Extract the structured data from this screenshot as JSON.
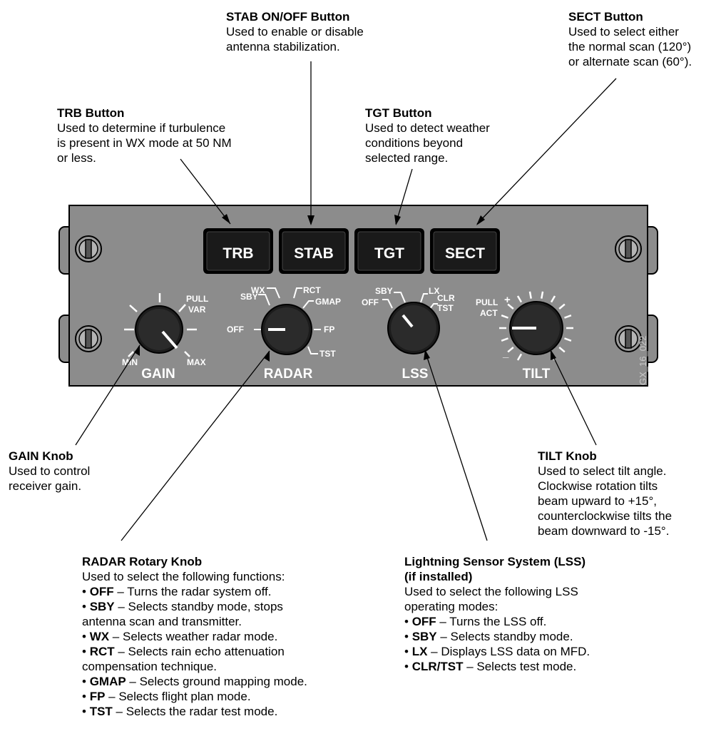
{
  "figure_id": "GX_16_022",
  "panel": {
    "buttons": [
      "TRB",
      "STAB",
      "TGT",
      "SECT"
    ],
    "knobs": {
      "gain": {
        "name": "GAIN",
        "min": "MIN",
        "max": "MAX",
        "pull": "PULL",
        "var": "VAR"
      },
      "radar": {
        "name": "RADAR",
        "off": "OFF",
        "sby": "SBY",
        "wx": "WX",
        "rct": "RCT",
        "gmap": "GMAP",
        "fp": "FP",
        "tst": "TST"
      },
      "lss": {
        "name": "LSS",
        "off": "OFF",
        "sby": "SBY",
        "lx": "LX",
        "clr": "CLR",
        "tst": "TST"
      },
      "tilt": {
        "name": "TILT",
        "pull": "PULL",
        "act": "ACT",
        "plus": "+",
        "minus": "_"
      }
    }
  },
  "callouts": {
    "stab": {
      "title": "STAB ON/OFF Button",
      "lines": [
        "Used to enable or disable",
        "antenna stabilization."
      ]
    },
    "sect": {
      "title": "SECT Button",
      "lines": [
        "Used to select either",
        "the normal scan (120°)",
        "or alternate scan (60°)."
      ]
    },
    "trb": {
      "title": "TRB Button",
      "lines": [
        "Used to determine if turbulence",
        "is present in WX mode at 50 NM",
        "or less."
      ]
    },
    "tgt": {
      "title": "TGT Button",
      "lines": [
        "Used to detect weather",
        "conditions beyond",
        "selected range."
      ]
    },
    "gain": {
      "title": "GAIN Knob",
      "lines": [
        "Used to control",
        "receiver gain."
      ]
    },
    "tilt": {
      "title": "TILT Knob",
      "lines": [
        "Used to select tilt angle.",
        "Clockwise rotation tilts",
        "beam upward to +15°,",
        "counterclockwise tilts the",
        "beam downward to -15°."
      ]
    },
    "radar": {
      "title": "RADAR Rotary Knob",
      "intro": "Used to select the following functions:",
      "items": [
        {
          "key": "OFF",
          "text": " – Turns the radar system off."
        },
        {
          "key": "SBY",
          "text": " – Selects standby mode, stops",
          "cont": "antenna scan and transmitter."
        },
        {
          "key": "WX",
          "text": " – Selects weather radar mode."
        },
        {
          "key": "RCT",
          "text": " – Selects rain echo attenuation",
          "cont": "compensation technique."
        },
        {
          "key": "GMAP",
          "text": " – Selects ground mapping mode."
        },
        {
          "key": "FP",
          "text": " – Selects flight plan mode."
        },
        {
          "key": "TST",
          "text": " – Selects the radar test mode."
        }
      ]
    },
    "lss": {
      "title": "Lightning Sensor System (LSS)",
      "title2": "(if installed)",
      "intro": "Used to select the following LSS",
      "intro2": "operating modes:",
      "items": [
        {
          "key": "OFF",
          "text": " – Turns the LSS off."
        },
        {
          "key": "SBY",
          "text": " – Selects standby mode."
        },
        {
          "key": "LX",
          "text": " – Displays LSS data on MFD."
        },
        {
          "key": "CLR/TST",
          "text": " – Selects test mode."
        }
      ]
    }
  }
}
